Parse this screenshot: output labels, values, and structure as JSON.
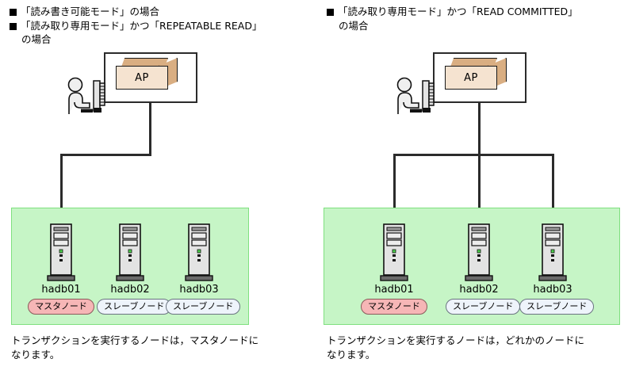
{
  "left": {
    "heading": {
      "line1": "「読み書き可能モード」の場合",
      "line2": "「読み取り専用モード」かつ「REPEATABLE READ」",
      "line3": "の場合"
    },
    "ap_label": "AP",
    "nodes": [
      {
        "name": "hadb01",
        "role": "マスタノード",
        "role_type": "master"
      },
      {
        "name": "hadb02",
        "role": "スレーブノード",
        "role_type": "slave"
      },
      {
        "name": "hadb03",
        "role": "スレーブノード",
        "role_type": "slave"
      }
    ],
    "caption": {
      "line1": "トランザクションを実行するノードは，マスタノードに",
      "line2": "なります。"
    }
  },
  "right": {
    "heading": {
      "line1": "「読み取り専用モード」かつ「READ COMMITTED」",
      "line2": "の場合"
    },
    "ap_label": "AP",
    "nodes": [
      {
        "name": "hadb01",
        "role": "マスタノード",
        "role_type": "master"
      },
      {
        "name": "hadb02",
        "role": "スレーブノード",
        "role_type": "slave"
      },
      {
        "name": "hadb03",
        "role": "スレーブノード",
        "role_type": "slave"
      }
    ],
    "caption": {
      "line1": "トランザクションを実行するノードは，どれかのノードに",
      "line2": "なります。"
    }
  },
  "colors": {
    "zone_fill": "#c6f5c6",
    "zone_border": "#7fe07f",
    "ap_front": "#f5e3d0",
    "ap_shade": "#d9ae82",
    "master_badge": "#f6b6b6",
    "slave_badge": "#eef4fb",
    "line": "#2b2b2b"
  }
}
